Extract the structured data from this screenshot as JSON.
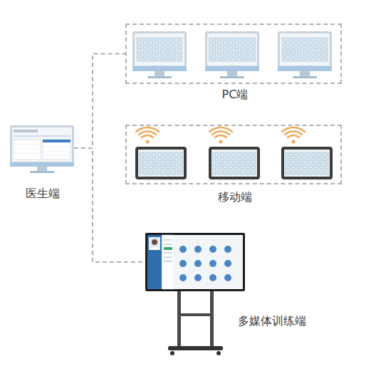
{
  "diagram": {
    "nodes": [
      {
        "text": [
          "医生端"
        ]
      },
      {
        "text": [
          "PC端"
        ]
      },
      {
        "text": [
          "移动端"
        ]
      },
      {
        "text": [
          "多媒体训练端"
        ]
      }
    ],
    "edges": [
      {
        "from": 0,
        "to": 1,
        "arrow": "none"
      },
      {
        "from": 0,
        "to": 3,
        "arrow": "none"
      }
    ]
  }
}
